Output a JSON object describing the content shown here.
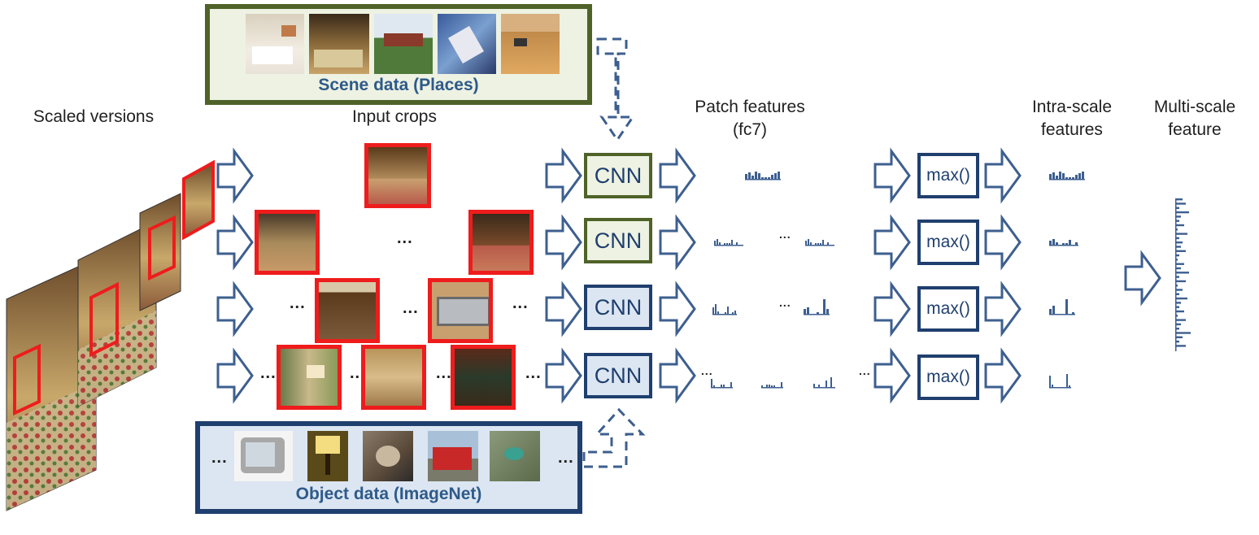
{
  "labels": {
    "scaled_versions": "Scaled versions",
    "input_crops": "Input crops",
    "patch_features_line1": "Patch features",
    "patch_features_line2": "(fc7)",
    "intra_scale_line1": "Intra-scale",
    "intra_scale_line2": "features",
    "multi_scale_line1": "Multi-scale",
    "multi_scale_line2": "feature"
  },
  "scene_data": {
    "title": "Scene data (Places)"
  },
  "object_data": {
    "title": "Object data (ImageNet)",
    "ellipsis_left": "...",
    "ellipsis_right": "..."
  },
  "cnn_label": "CNN",
  "max_label": "max()",
  "ellipsis": "...",
  "colors": {
    "scene_border": "#4f6228",
    "scene_fill": "#eef2e2",
    "object_border": "#1f3f6e",
    "object_fill": "#dce6f2",
    "arrow": "#3d5f8f",
    "crop_border": "#ee1c1c",
    "feature_bar": "#3d5f8f"
  },
  "icons": [
    "hollow-right-arrow",
    "dashed-down-arrow",
    "dashed-up-arrow",
    "feature-bar-histogram"
  ]
}
